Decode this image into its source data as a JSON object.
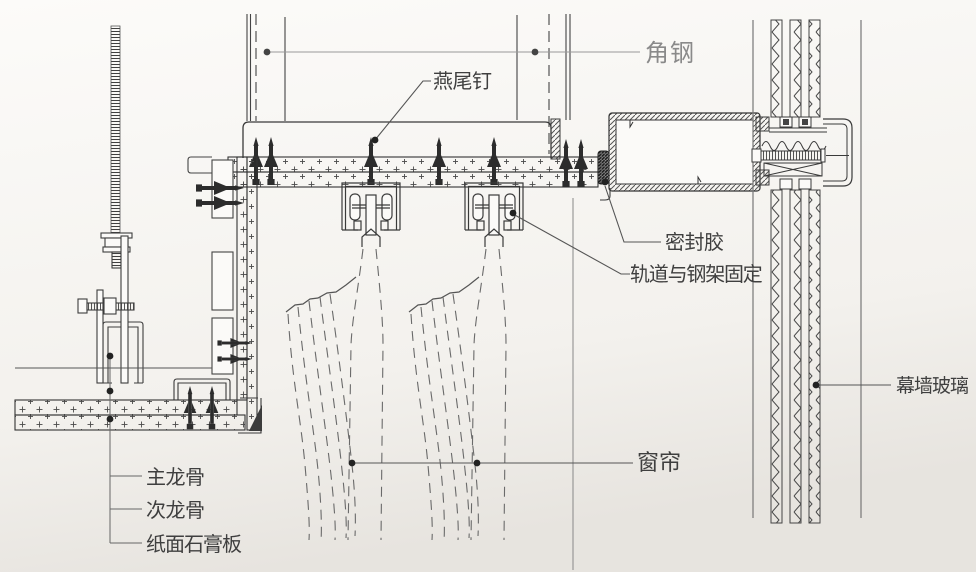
{
  "drawing": {
    "title": "curtain-wall / gypsum ceiling connection detail section",
    "labels": {
      "angle_steel": "角钢",
      "dovetail_nail": "燕尾钉",
      "sealant": "密封胶",
      "track_steel_fixing": "轨道与钢架固定",
      "curtain_wall_glass": "幕墙玻璃",
      "curtain": "窗帘",
      "main_runner": "主龙骨",
      "secondary_runner": "次龙骨",
      "gypsum_board": "纸面石膏板"
    },
    "colors": {
      "paper_top": "#fcfbf9",
      "paper_bottom": "#e7e4df",
      "ink": "#3a3a3a",
      "ink_light": "#8c8c8c",
      "label_dark": "#3f3f3f",
      "label_light": "#8a8a8a"
    }
  }
}
